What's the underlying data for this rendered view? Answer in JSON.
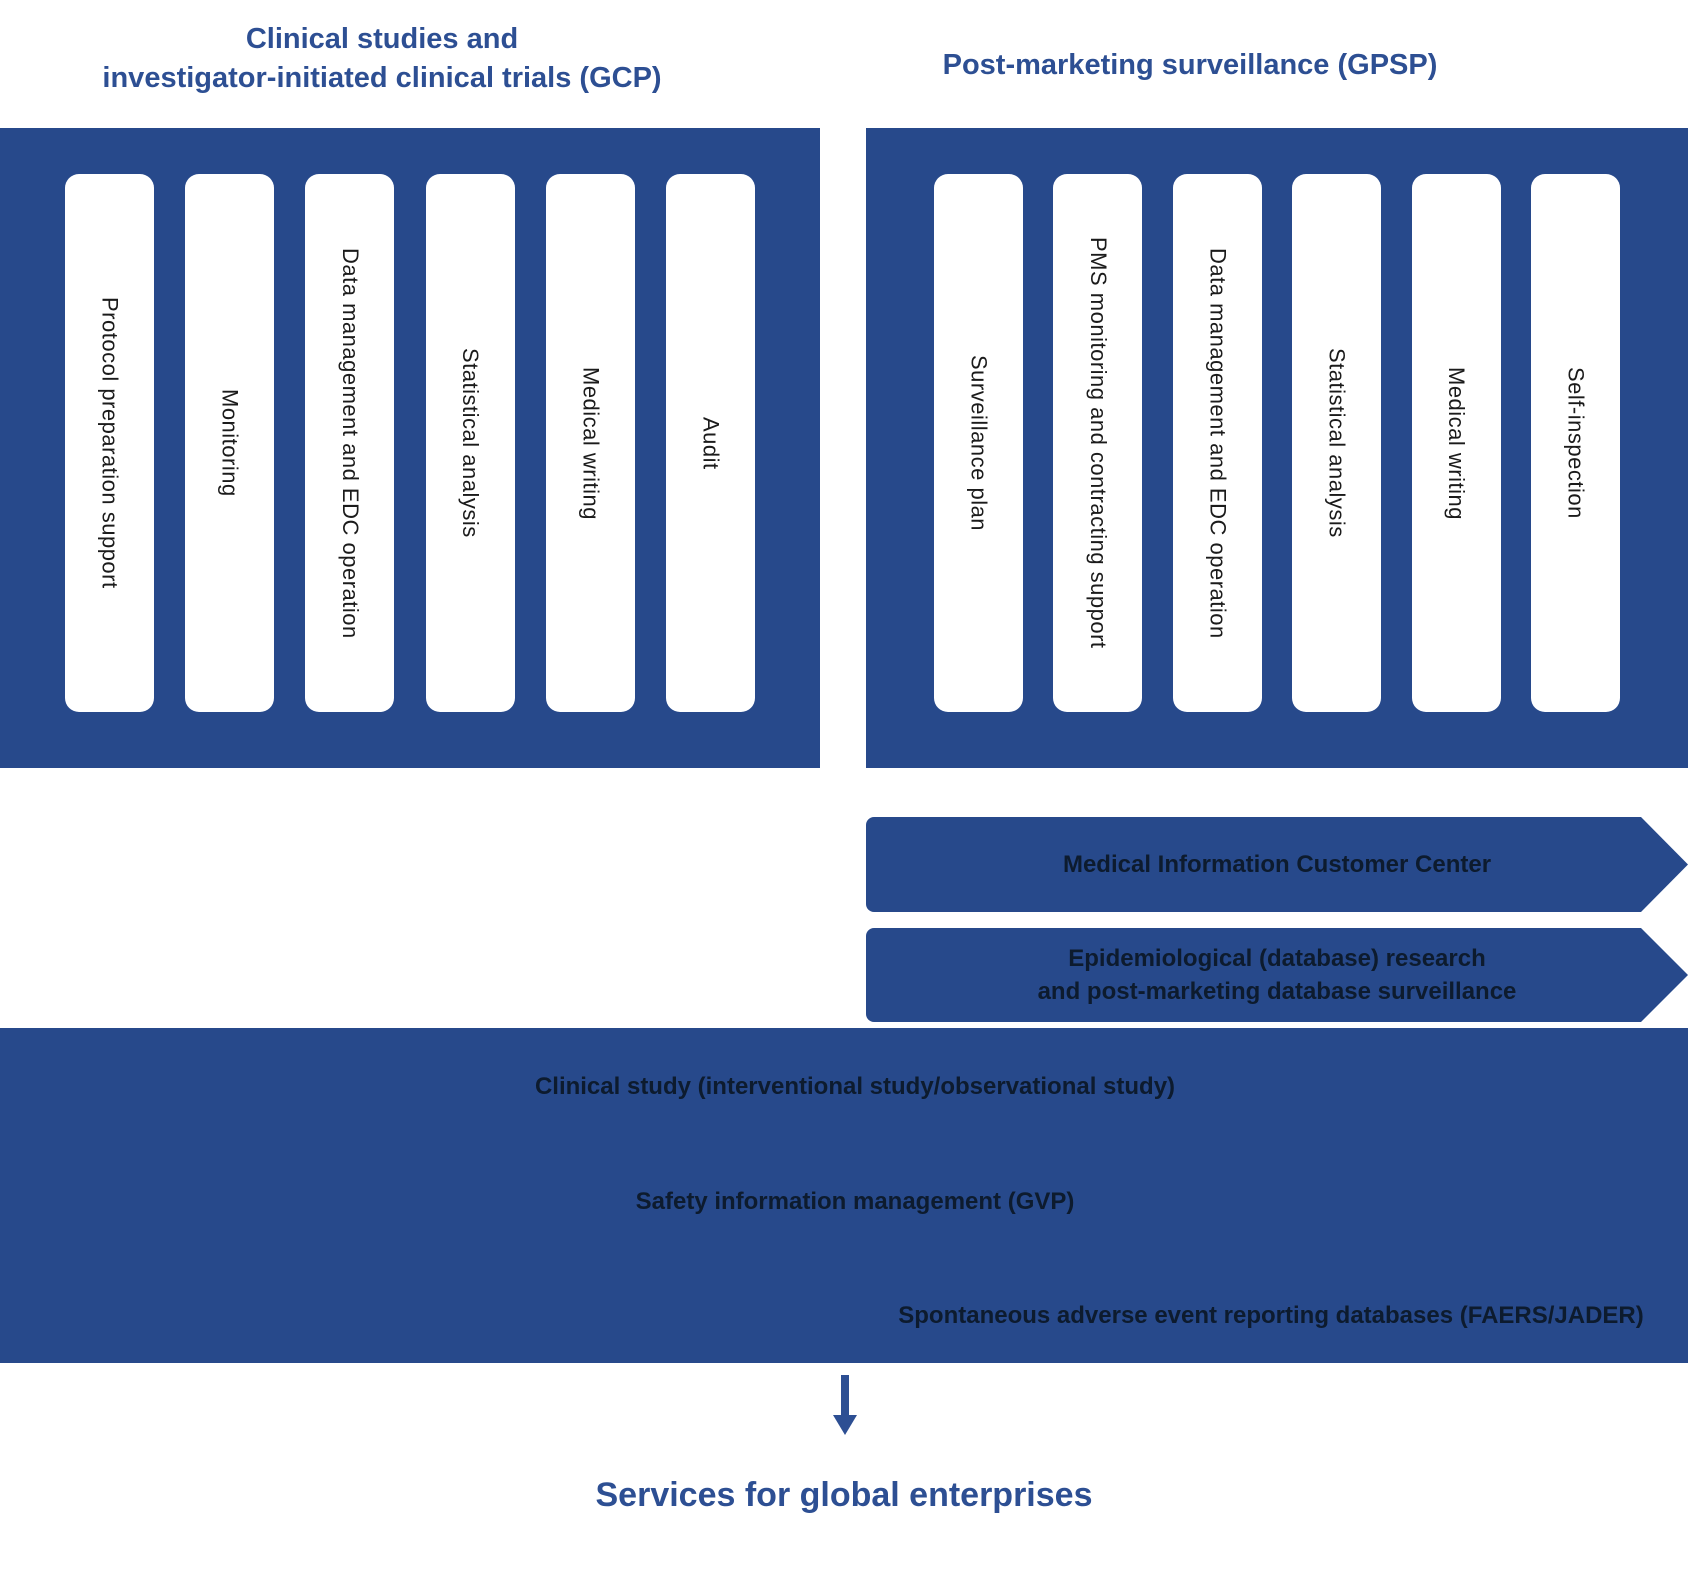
{
  "colors": {
    "primary_blue": "#27498b",
    "title_text": "#2d4f93",
    "card_text": "#1b1b1b",
    "banner_text": "#0d1b2e",
    "card_background": "#ffffff"
  },
  "left_panel": {
    "title_line1": "Clinical studies and",
    "title_line2": "investigator-initiated clinical trials (GCP)",
    "cards": [
      "Protocol preparation support",
      "Monitoring",
      "Data management and EDC operation",
      "Statistical analysis",
      "Medical writing",
      "Audit"
    ]
  },
  "right_panel": {
    "title": "Post-marketing surveillance (GPSP)",
    "cards": [
      "Surveillance plan",
      "PMS monitoring and contracting support",
      "Data management and EDC operation",
      "Statistical analysis",
      "Medical writing",
      "Self-inspection"
    ]
  },
  "banners": [
    {
      "line1": "Medical Information Customer Center",
      "line2": ""
    },
    {
      "line1": "Epidemiological (database) research",
      "line2": "and post-marketing database surveillance"
    }
  ],
  "bottom_section": {
    "lines": [
      "Clinical study (interventional study/observational study)",
      "Safety information management (GVP)",
      "Spontaneous adverse event reporting databases (FAERS/JADER)"
    ]
  },
  "footer": {
    "arrow_icon": "down-arrow-icon",
    "title": "Services for global enterprises"
  }
}
